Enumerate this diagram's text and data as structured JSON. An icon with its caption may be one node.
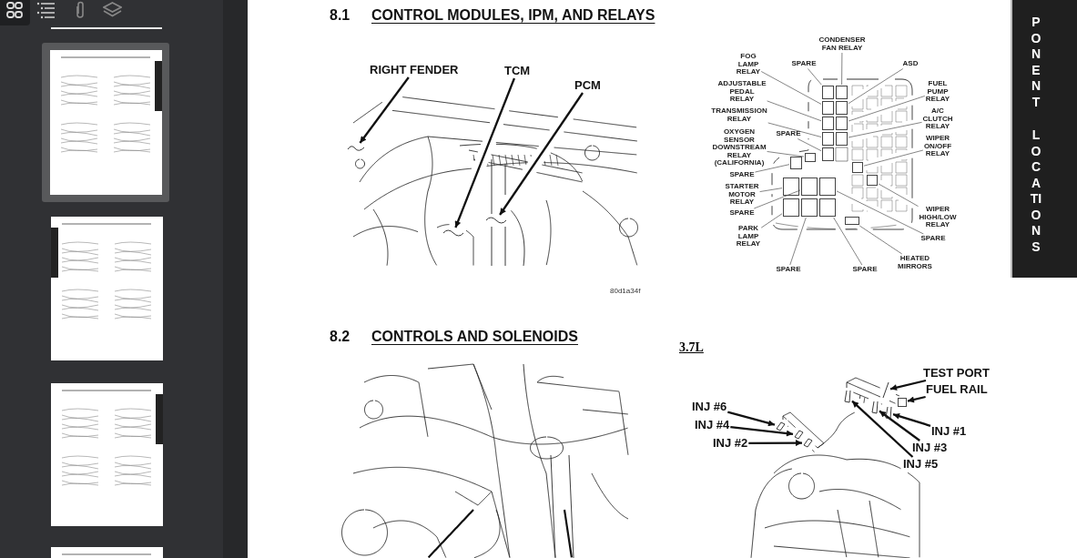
{
  "diagram": {
    "nodes": [
      {
        "text": [
          "RIGHT FENDER"
        ]
      },
      {
        "text": [
          "TCM"
        ]
      },
      {
        "text": [
          "PCM"
        ]
      },
      {
        "text": [
          "SPARE"
        ]
      },
      {
        "text": [
          "CONDENSER FAN RELAY"
        ]
      },
      {
        "text": [
          "ASD"
        ]
      },
      {
        "text": [
          "FOG LAMP RELAY"
        ]
      },
      {
        "text": [
          "ADJUSTABLE PEDAL RELAY"
        ]
      },
      {
        "text": [
          "FUEL PUMP RELAY"
        ]
      },
      {
        "text": [
          "TRANSMISSION RELAY"
        ]
      },
      {
        "text": [
          "A/C CLUTCH RELAY"
        ]
      },
      {
        "text": [
          "SPARE"
        ]
      },
      {
        "text": [
          "OXYGEN SENSOR DOWNSTREAM RELAY (CALIFORNIA)"
        ]
      },
      {
        "text": [
          "WIPER ON/OFF RELAY"
        ]
      },
      {
        "text": [
          "SPARE"
        ]
      },
      {
        "text": [
          "STARTER MOTOR RELAY"
        ]
      },
      {
        "text": [
          "SPARE"
        ]
      },
      {
        "text": [
          "WIPER HIGH/LOW RELAY"
        ]
      },
      {
        "text": [
          "PARK LAMP RELAY"
        ]
      },
      {
        "text": [
          "SPARE"
        ]
      },
      {
        "text": [
          "HEATED MIRRORS"
        ]
      },
      {
        "text": [
          "SPARE"
        ]
      },
      {
        "text": [
          "SPARE"
        ]
      },
      {
        "text": [
          "TEST PORT"
        ]
      },
      {
        "text": [
          "FUEL RAIL"
        ]
      },
      {
        "text": [
          "INJ #6"
        ]
      },
      {
        "text": [
          "INJ #4"
        ]
      },
      {
        "text": [
          "INJ #1"
        ]
      },
      {
        "text": [
          "INJ #2"
        ]
      },
      {
        "text": [
          "INJ #3"
        ]
      },
      {
        "text": [
          "INJ #5"
        ]
      },
      {
        "text": [],
        "shape": "picture"
      },
      {
        "text": [],
        "shape": "picture"
      },
      {
        "text": [],
        "shape": "picture"
      },
      {
        "text": [],
        "shape": "box"
      },
      {
        "text": [],
        "shape": "box"
      },
      {
        "text": [],
        "shape": "picture"
      },
      {
        "text": [],
        "shape": "picture"
      },
      {
        "text": [],
        "shape": "box"
      },
      {
        "text": [],
        "shape": "box"
      },
      {
        "text": [],
        "shape": "box"
      },
      {
        "text": [],
        "shape": "box"
      },
      {
        "text": [],
        "shape": "box"
      },
      {
        "text": [],
        "shape": "box"
      },
      {
        "text": [],
        "shape": "box"
      },
      {
        "text": [],
        "shape": "box"
      },
      {
        "text": [],
        "shape": "box"
      },
      {
        "text": [],
        "shape": "box"
      },
      {
        "text": [],
        "shape": "box"
      },
      {
        "text": [],
        "shape": "box"
      },
      {
        "text": [],
        "shape": "box"
      },
      {
        "text": [],
        "shape": "box"
      },
      {
        "text": [],
        "shape": "box"
      },
      {
        "text": [],
        "shape": "box"
      },
      {
        "text": [],
        "shape": "box"
      },
      {
        "text": [],
        "shape": "box"
      },
      {
        "text": [],
        "shape": "box"
      },
      {
        "text": [],
        "shape": "picture"
      },
      {
        "text": [],
        "shape": "picture"
      },
      {
        "text": [],
        "shape": "picture"
      },
      {
        "text": [],
        "shape": "picture"
      },
      {
        "text": [],
        "shape": "picture"
      }
    ],
    "edges": [
      {
        "from": 0,
        "to": 31,
        "arrow": "to"
      },
      {
        "from": 1,
        "to": 32,
        "arrow": "to"
      },
      {
        "from": 2,
        "to": 33,
        "arrow": "to"
      },
      {
        "from": 3,
        "to": 38,
        "arrow": "none"
      },
      {
        "from": 4,
        "to": 39,
        "arrow": "none"
      },
      {
        "from": 5,
        "to": 40,
        "arrow": "none"
      },
      {
        "from": 6,
        "to": 41,
        "arrow": "none"
      },
      {
        "from": 7,
        "to": 42,
        "arrow": "none"
      },
      {
        "from": 8,
        "to": 43,
        "arrow": "none"
      },
      {
        "from": 9,
        "to": 34,
        "arrow": "none"
      },
      {
        "from": 10,
        "to": 44,
        "arrow": "none"
      },
      {
        "from": 11,
        "to": 45,
        "arrow": "none"
      },
      {
        "from": 12,
        "to": 35,
        "arrow": "none"
      },
      {
        "from": 13,
        "to": 46,
        "arrow": "none"
      },
      {
        "from": 14,
        "to": 47,
        "arrow": "none"
      },
      {
        "from": 15,
        "to": 48,
        "arrow": "none"
      },
      {
        "from": 16,
        "to": 49,
        "arrow": "none"
      },
      {
        "from": 17,
        "to": 50,
        "arrow": "none"
      },
      {
        "from": 18,
        "to": 51,
        "arrow": "none"
      },
      {
        "from": 19,
        "to": 52,
        "arrow": "none"
      },
      {
        "from": 20,
        "to": 53,
        "arrow": "none"
      },
      {
        "from": 21,
        "to": 54,
        "arrow": "none"
      },
      {
        "from": 22,
        "to": 55,
        "arrow": "none"
      },
      {
        "from": 23,
        "to": 36,
        "arrow": "to"
      },
      {
        "from": 24,
        "to": 56,
        "arrow": "to"
      },
      {
        "from": 25,
        "to": 37,
        "arrow": "to"
      },
      {
        "from": 26,
        "to": 57,
        "arrow": "to"
      },
      {
        "from": 27,
        "to": 58,
        "arrow": "to"
      },
      {
        "from": 28,
        "to": 59,
        "arrow": "to"
      },
      {
        "from": 29,
        "to": 60,
        "arrow": "to"
      },
      {
        "from": 30,
        "to": 61,
        "arrow": "to"
      }
    ],
    "labels": [
      "8.1",
      "CONTROL MODULES, IPM, AND RELAYS",
      "80d1a34f",
      "8.2",
      "CONTROLS AND SOLENOIDS",
      "3.7L",
      "PONENT",
      "LOCATIONS"
    ]
  }
}
